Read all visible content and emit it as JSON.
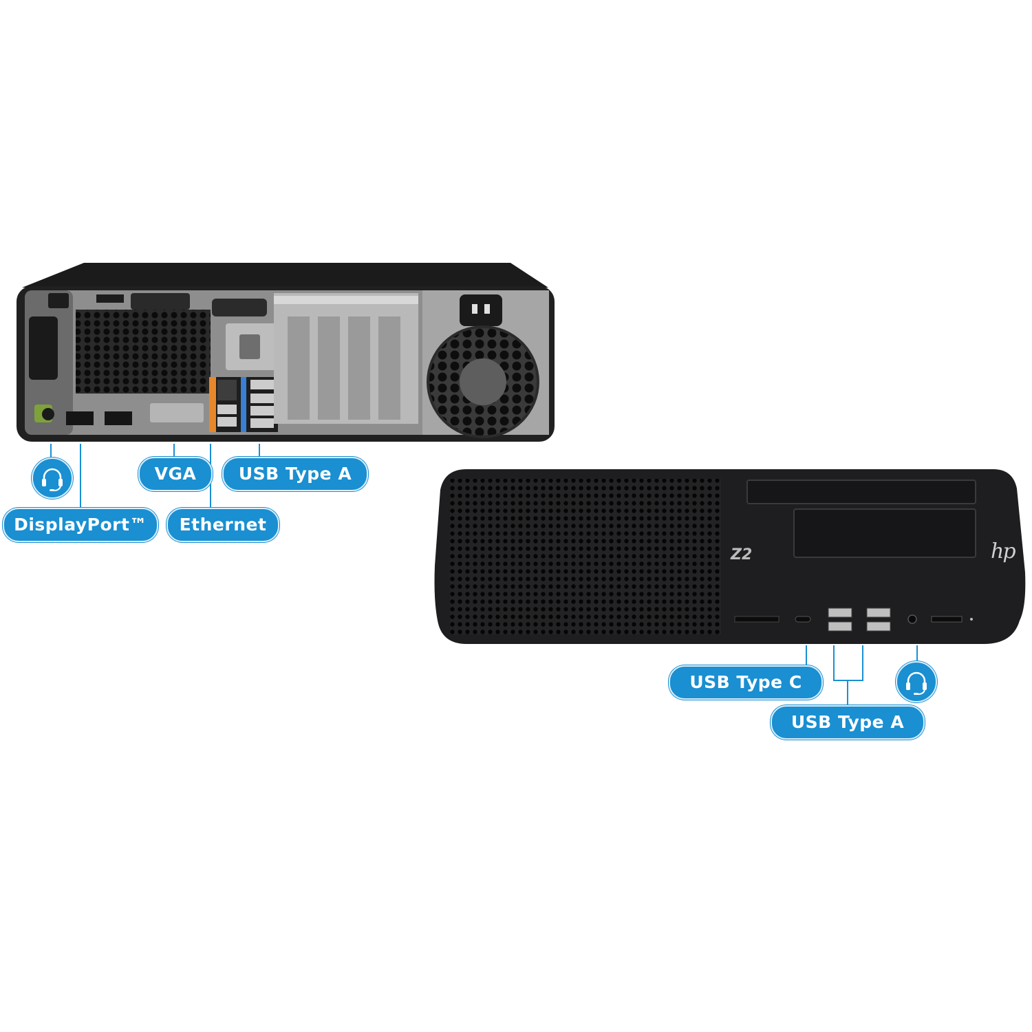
{
  "callouts": {
    "rear": {
      "vga": "VGA",
      "usb_type_a": "USB Type A",
      "displayport": "DisplayPort™",
      "ethernet": "Ethernet"
    },
    "front": {
      "usb_type_c": "USB Type C",
      "usb_type_a": "USB Type A"
    }
  },
  "branding": {
    "model": "Z2",
    "logo": "hp"
  },
  "colors": {
    "accent": "#1a8fd1",
    "chassis": "#1c1c1e",
    "background": "#ffffff"
  },
  "icons": [
    "headset-icon",
    "headset-icon"
  ]
}
